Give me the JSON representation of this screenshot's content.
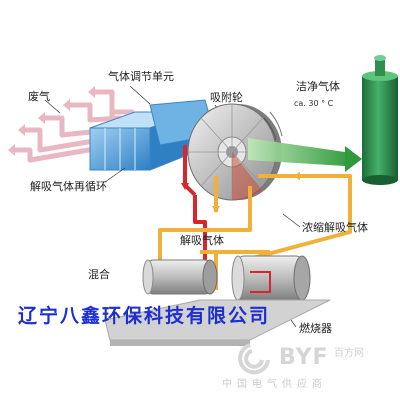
{
  "labels": {
    "waste_gas": "废气",
    "gas_regulator": "气体调节单元",
    "adsorption_wheel": "吸附轮",
    "clean_gas": "洁净气体",
    "clean_gas_temp": "ca. 30 ° C",
    "desorption_recirculation": "解吸气体再循环",
    "desorption_gas": "解吸气体",
    "concentrated_desorption_gas": "浓缩解吸气体",
    "mixing": "混合",
    "combustor": "燃烧器"
  },
  "watermark": {
    "company": "辽宁八鑫环保科技有限公司",
    "brand": "BYF",
    "brand_sub": "百方网",
    "tagline": "中国电气供应商"
  },
  "colors": {
    "waste_pipe": "#e9b7c2",
    "clean_flow": "#3aa442",
    "cylinder": "#2f8f4e",
    "hot_pipe": "#d8262c",
    "desorption_pipe": "#f0b13a",
    "regulator_box": "#4a9ad8",
    "company_text": "#1d2fd0"
  }
}
